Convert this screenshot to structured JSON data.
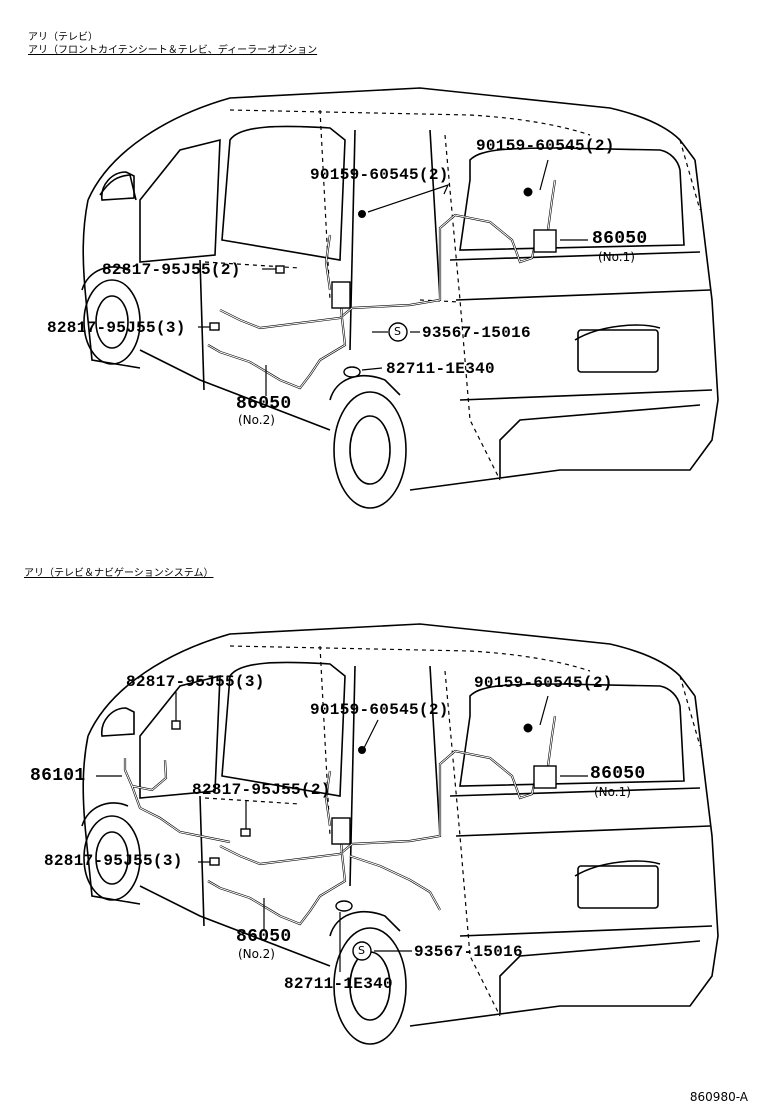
{
  "top": {
    "header_line1": "アリ（テレビ）",
    "header_line2": "アリ（フロントカイテンシート＆テレビ、ディーラーオプション",
    "labels": {
      "bolt_left": "90159-60545(2)",
      "bolt_right": "90159-60545(2)",
      "clip_upper": "82817-95J55(2)",
      "clip_lower": "82817-95J55(3)",
      "screw": "93567-15016",
      "grommet": "82711-1E340",
      "antenna_rear": "86050",
      "antenna_rear_sub": "(No.1)",
      "antenna_side": "86050",
      "antenna_side_sub": "(No.2)",
      "s_mark": "S"
    }
  },
  "bottom": {
    "header_line1": "アリ（テレビ＆ナビゲーションシステム）",
    "labels": {
      "clip_top": "82817-95J55(3)",
      "bolt_left": "90159-60545(2)",
      "bolt_right": "90159-60545(2)",
      "navi_harness": "86101",
      "clip_mid": "82817-95J55(2)",
      "clip_lower": "82817-95J55(3)",
      "antenna_rear": "86050",
      "antenna_rear_sub": "(No.1)",
      "antenna_side": "86050",
      "antenna_side_sub": "(No.2)",
      "screw": "93567-15016",
      "grommet": "82711-1E340",
      "s_mark": "S"
    }
  },
  "footer": {
    "code": "860980-A"
  }
}
